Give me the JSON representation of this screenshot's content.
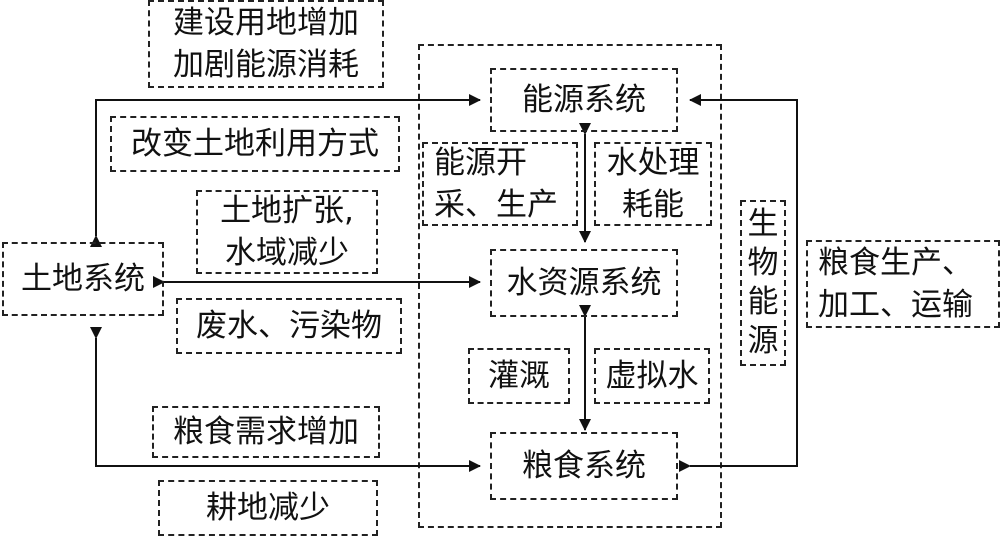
{
  "nodes": {
    "energy": "能源系统",
    "land": "土地系统",
    "water": "水资源系统",
    "food": "粮食系统"
  },
  "labels": {
    "construction": [
      "建设用地增加",
      "加剧能源消耗"
    ],
    "land_use_change": "改变土地利用方式",
    "land_expansion": [
      "土地扩张,",
      "水域减少"
    ],
    "wastewater": "废水、污染物",
    "food_demand": "粮食需求增加",
    "farmland": "耕地减少",
    "energy_production": [
      "能源开",
      "采、生产"
    ],
    "water_treatment": [
      "水处理",
      "耗能"
    ],
    "irrigation": "灌溉",
    "virtual_water": "虚拟水",
    "bioenergy": [
      "生",
      "物",
      "能",
      "源"
    ],
    "food_chain": [
      "粮食生产、",
      "加工、运输"
    ]
  },
  "colors": {
    "stroke": "#222222",
    "text": "#111111",
    "background": "#ffffff"
  }
}
